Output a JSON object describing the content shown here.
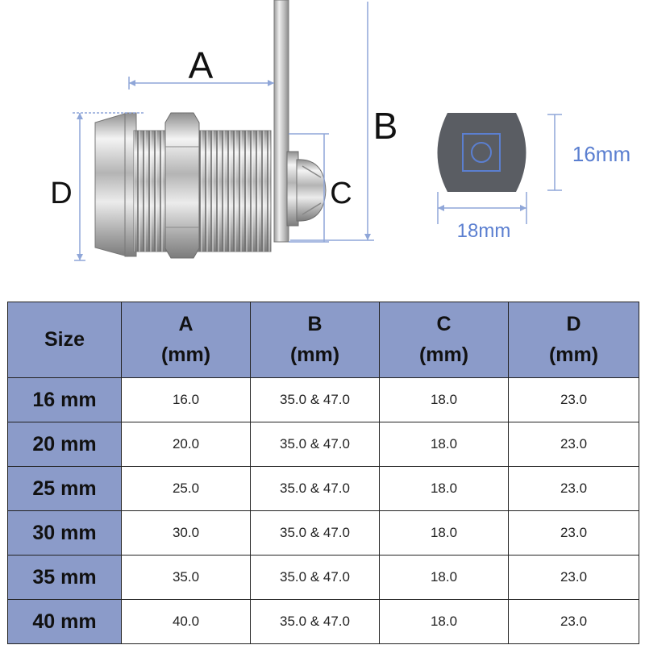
{
  "diagram": {
    "labels": {
      "a": "A",
      "b": "B",
      "c": "C",
      "d": "D"
    },
    "key_profile": {
      "height": "16mm",
      "width": "18mm"
    },
    "colors": {
      "dimension_line": "#8fa6d8",
      "metal": "#c8c8c8",
      "key_fill": "#5a5d63",
      "key_square": "#5b7fd0"
    }
  },
  "table": {
    "headers": [
      {
        "line1": "Size",
        "line2": ""
      },
      {
        "line1": "A",
        "line2": "(mm)"
      },
      {
        "line1": "B",
        "line2": "(mm)"
      },
      {
        "line1": "C",
        "line2": "(mm)"
      },
      {
        "line1": "D",
        "line2": "(mm)"
      }
    ],
    "rows": [
      {
        "size": "16 mm",
        "a": "16.0",
        "b": "35.0 & 47.0",
        "c": "18.0",
        "d": "23.0"
      },
      {
        "size": "20 mm",
        "a": "20.0",
        "b": "35.0 & 47.0",
        "c": "18.0",
        "d": "23.0"
      },
      {
        "size": "25 mm",
        "a": "25.0",
        "b": "35.0 & 47.0",
        "c": "18.0",
        "d": "23.0"
      },
      {
        "size": "30 mm",
        "a": "30.0",
        "b": "35.0 & 47.0",
        "c": "18.0",
        "d": "23.0"
      },
      {
        "size": "35 mm",
        "a": "35.0",
        "b": "35.0 & 47.0",
        "c": "18.0",
        "d": "23.0"
      },
      {
        "size": "40 mm",
        "a": "40.0",
        "b": "35.0 & 47.0",
        "c": "18.0",
        "d": "23.0"
      }
    ],
    "colors": {
      "header_bg": "#8b9bc9",
      "border": "#222222"
    }
  }
}
